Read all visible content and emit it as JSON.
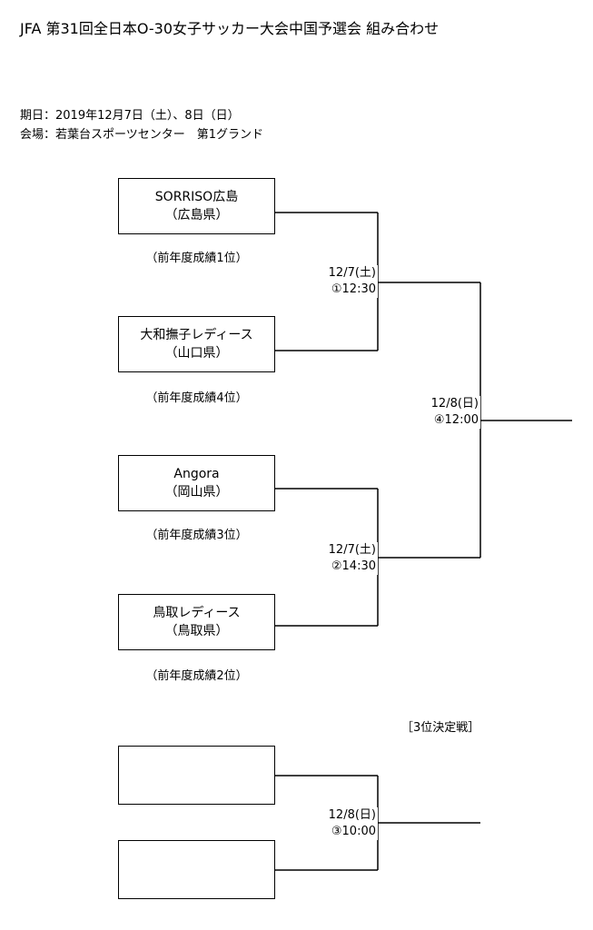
{
  "title": "JFA 第31回全日本O-30女子サッカー大会中国予選会 組み合わせ",
  "info": {
    "date": "期日：2019年12月7日（土）、8日（日）",
    "venue": "会場：若葉台スポーツセンター　第1グランド"
  },
  "teams": [
    {
      "name": "SORRISO広島",
      "pref": "（広島県）",
      "rank": "（前年度成績1位）"
    },
    {
      "name": "大和撫子レディース",
      "pref": "（山口県）",
      "rank": "（前年度成績4位）"
    },
    {
      "name": "Angora",
      "pref": "（岡山県）",
      "rank": "（前年度成績3位）"
    },
    {
      "name": "鳥取レディース",
      "pref": "（鳥取県）",
      "rank": "（前年度成績2位）"
    },
    {
      "name": "",
      "pref": ""
    },
    {
      "name": "",
      "pref": ""
    }
  ],
  "matches": {
    "m1": {
      "date": "12/7(土)",
      "time": "①12:30"
    },
    "m2": {
      "date": "12/7(土)",
      "time": "②14:30"
    },
    "m3": {
      "date": "12/8(日)",
      "time": "③10:00"
    },
    "m4": {
      "date": "12/8(日)",
      "time": "④12:00"
    }
  },
  "third_place_label": "［3位決定戦］"
}
